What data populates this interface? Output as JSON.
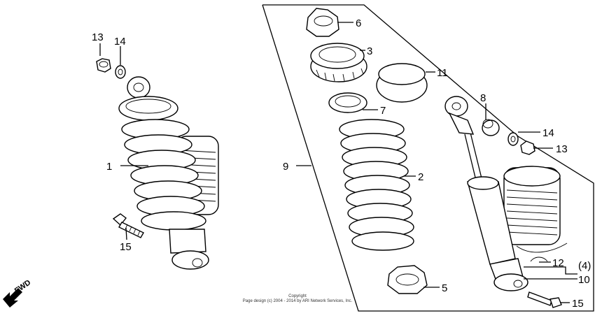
{
  "callouts": {
    "c1": "1",
    "c2": "2",
    "c3": "3",
    "c5": "5",
    "c6": "6",
    "c7": "7",
    "c8": "8",
    "c9": "9",
    "c10": "10",
    "c11": "11",
    "c12": "12",
    "c4": "(4)",
    "c13a": "13",
    "c13b": "13",
    "c14a": "14",
    "c14b": "14",
    "c15a": "15",
    "c15b": "15"
  },
  "direction_label": "FWD",
  "copyright": {
    "line1": "Copyright",
    "line2": "Page design (c) 2004 - 2014 by ARI Network Services, Inc."
  }
}
